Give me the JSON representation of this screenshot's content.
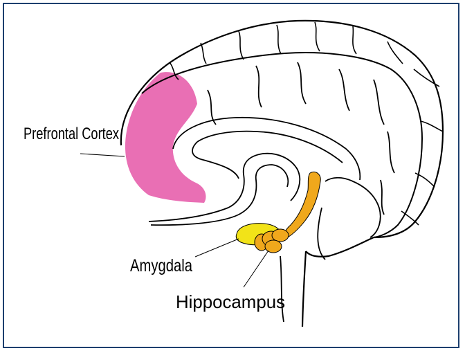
{
  "labels": {
    "prefrontal_cortex": "Prefrontal Cortex",
    "amygdala": "Amygdala",
    "hippocampus": "Hippocampus"
  },
  "colors": {
    "frame_border": "#1d3f6e",
    "prefrontal_highlight": "#e96fb4",
    "amygdala": "#f2e318",
    "hippocampus": "#f0a81c",
    "outline": "#000000"
  }
}
